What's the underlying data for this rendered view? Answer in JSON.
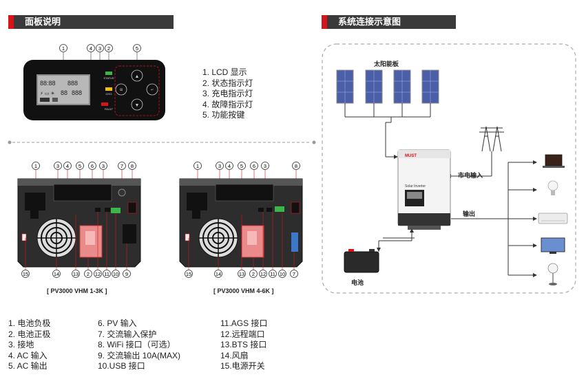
{
  "panel_section": {
    "title": "面板说明"
  },
  "system_section": {
    "title": "系统连接示意图"
  },
  "panel_legend": [
    "1.  LCD 显示",
    "2.  状态指示灯",
    "3.  充电指示灯",
    "4.  故障指示灯",
    "5.  功能按键"
  ],
  "panel_callouts": [
    "1",
    "4",
    "3",
    "2",
    "5"
  ],
  "panel_leds": {
    "status": "STATUS",
    "chg": "CHG",
    "fault": "FAULT"
  },
  "panel_buttons": [
    "UP",
    "ENTER",
    "ESC",
    "DOWN"
  ],
  "device1": {
    "caption": "[ PV3000 VHM 1-3K ]",
    "top_callouts": [
      "1",
      "3",
      "4",
      "5",
      "6",
      "3",
      "7",
      "8"
    ],
    "bottom_callouts": [
      "15",
      "14",
      "13",
      "2",
      "12",
      "11",
      "10",
      "9"
    ]
  },
  "device2": {
    "caption": "[ PV3000 VHM 4-6K ]",
    "top_callouts": [
      "1",
      "3",
      "4",
      "5",
      "6",
      "3",
      "8"
    ],
    "bottom_callouts": [
      "15",
      "14",
      "13",
      "2",
      "12",
      "11",
      "10",
      "7"
    ]
  },
  "parts_col1": [
    "1.  电池负极",
    "2.  电池正极",
    "3.  接地",
    "4.  AC 输入",
    "5.  AC 输出"
  ],
  "parts_col2": [
    "6.  PV 输入",
    "7.  交流输入保护",
    "8.  WiFi 接口（可选）",
    "9.  交流输出 10A(MAX)",
    "10.USB 接口"
  ],
  "parts_col3": [
    "11.AGS 接口",
    "12.远程端口",
    "13.BTS 接口",
    "14.风扇",
    "15.电源开关"
  ],
  "system": {
    "solar_label": "太阳能板",
    "grid_label": "市电输入",
    "output_label": "输出",
    "battery_label": "电池",
    "inverter_brand": "MUST",
    "inverter_model": "Solar Inverter"
  },
  "colors": {
    "accent": "#d7141a",
    "header_bg": "#3a3a3a",
    "grid_line": "#333333"
  }
}
